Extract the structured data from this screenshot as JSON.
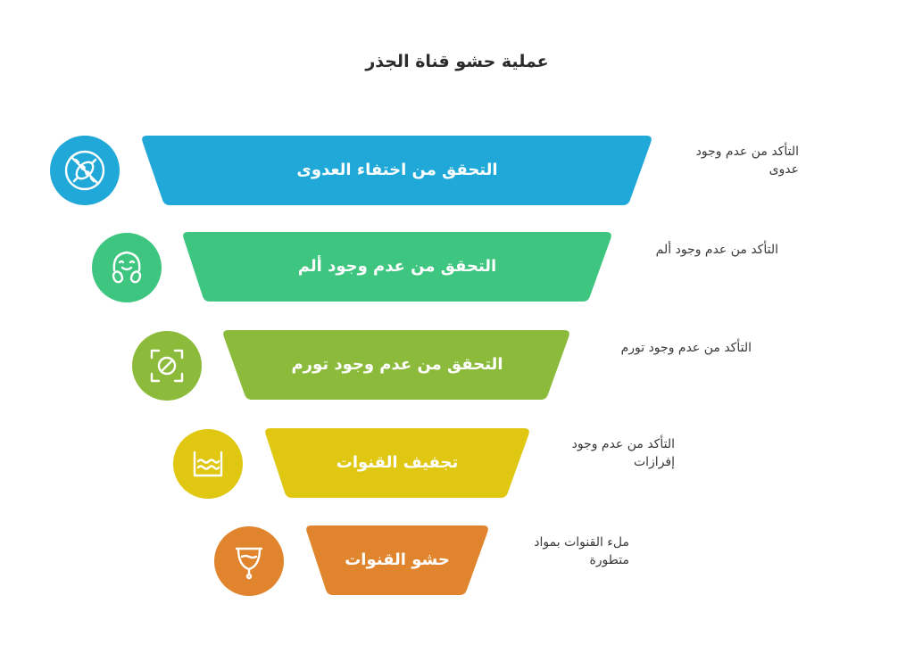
{
  "title": "عملية حشو قناة الجذر",
  "stages": [
    {
      "label": "التحقق من اختفاء العدوى",
      "description": "التأكد من عدم وجود عدوى",
      "color": "#20a8d8",
      "icon": "no-bacteria-icon"
    },
    {
      "label": "التحقق من عدم وجود ألم",
      "description": "التأكد من عدم وجود ألم",
      "color": "#3ec57f",
      "icon": "happy-face-icon"
    },
    {
      "label": "التحقق من عدم وجود تورم",
      "description": "التأكد من عدم وجود تورم",
      "color": "#8cbb3c",
      "icon": "no-swelling-icon"
    },
    {
      "label": "تجفيف القنوات",
      "description": "التأكد من عدم وجود إفرازات",
      "color": "#dfc712",
      "icon": "water-basin-icon"
    },
    {
      "label": "حشو القنوات",
      "description": "ملء القنوات بمواد متطورة",
      "color": "#e0852e",
      "icon": "filling-cup-icon"
    }
  ]
}
